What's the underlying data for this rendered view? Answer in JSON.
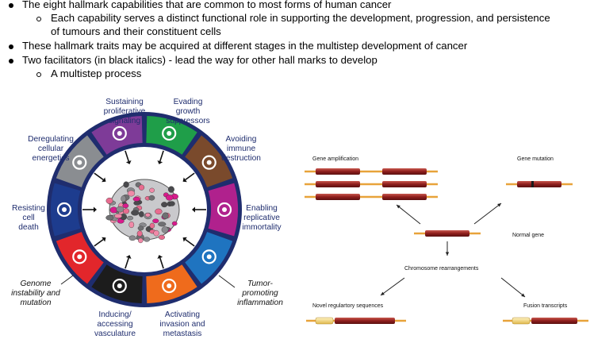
{
  "bullets": [
    {
      "level": 1,
      "text": "The eight hallmark capabilities that are common to most forms of human cancer"
    },
    {
      "level": 2,
      "text": "Each capability serves a distinct functional role in supporting the development, progression, and persistence"
    },
    {
      "level": 2,
      "text": "of tumours and their constituent cells"
    },
    {
      "level": 1,
      "text": "These hallmark traits may be acquired at different stages in the multistep development of cancer"
    },
    {
      "level": 1,
      "text": "Two facilitators (in black italics) - lead the way for other hall marks to develop"
    },
    {
      "level": 2,
      "text": "A multistep process"
    }
  ],
  "hallmarks_figure": {
    "labels": {
      "sustaining": [
        "Sustaining",
        "proliferative",
        "signaling"
      ],
      "evading": [
        "Evading",
        "growth",
        "suppressors"
      ],
      "avoiding": [
        "Avoiding",
        "immune",
        "destruction"
      ],
      "enabling": [
        "Enabling",
        "replicative",
        "immortality"
      ],
      "tumor": [
        "Tumor-",
        "promoting",
        "inflammation"
      ],
      "activating": [
        "Activating",
        "invasion and",
        "metastasis"
      ],
      "inducing": [
        "Inducing/",
        "accessing",
        "vasculature"
      ],
      "genome": [
        "Genome",
        "instability and",
        "mutation"
      ],
      "resisting": [
        "Resisting",
        "cell",
        "death"
      ],
      "deregulating": [
        "Deregulating",
        "cellular",
        "energetics"
      ]
    },
    "segment_colors": [
      "#1f9e49",
      "#7a4a2c",
      "#b0218d",
      "#1f74c0",
      "#ef6b1c",
      "#1c1c1c",
      "#e2262b",
      "#1d3c8e",
      "#8a8d91",
      "#7e3b98"
    ],
    "ring_color": "#1f2d6e"
  },
  "genetics_figure": {
    "gene_amplification": "Gene amplification",
    "gene_mutation": "Gene mutation",
    "normal_gene": "Normal gene",
    "chromosome_rearrangements": "Chromosome rearrangements",
    "novel_regulatory": "Novel regulartory sequences",
    "fusion_transcripts": "Fusion transcripts"
  }
}
